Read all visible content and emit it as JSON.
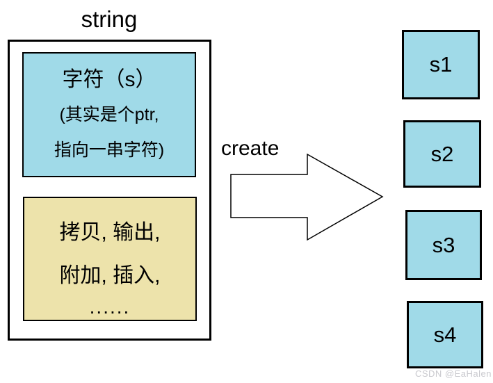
{
  "title": "string",
  "class_box": {
    "member": {
      "line1": "字符（s）",
      "line2": "(其实是个ptr,",
      "line3": "指向一串字符)"
    },
    "methods": {
      "line1": "拷贝, 输出,",
      "line2": "附加, 插入,",
      "line3": "......"
    }
  },
  "arrow": {
    "label": "create"
  },
  "instances": [
    {
      "label": "s1"
    },
    {
      "label": "s2"
    },
    {
      "label": "s3"
    },
    {
      "label": "s4"
    }
  ],
  "watermark": "CSDN @EaHalen",
  "colors": {
    "box_fill_blue": "#A0DAE8",
    "box_fill_tan": "#EDE3AB",
    "border": "#000000",
    "watermark_gray": "#C9C9CE"
  }
}
